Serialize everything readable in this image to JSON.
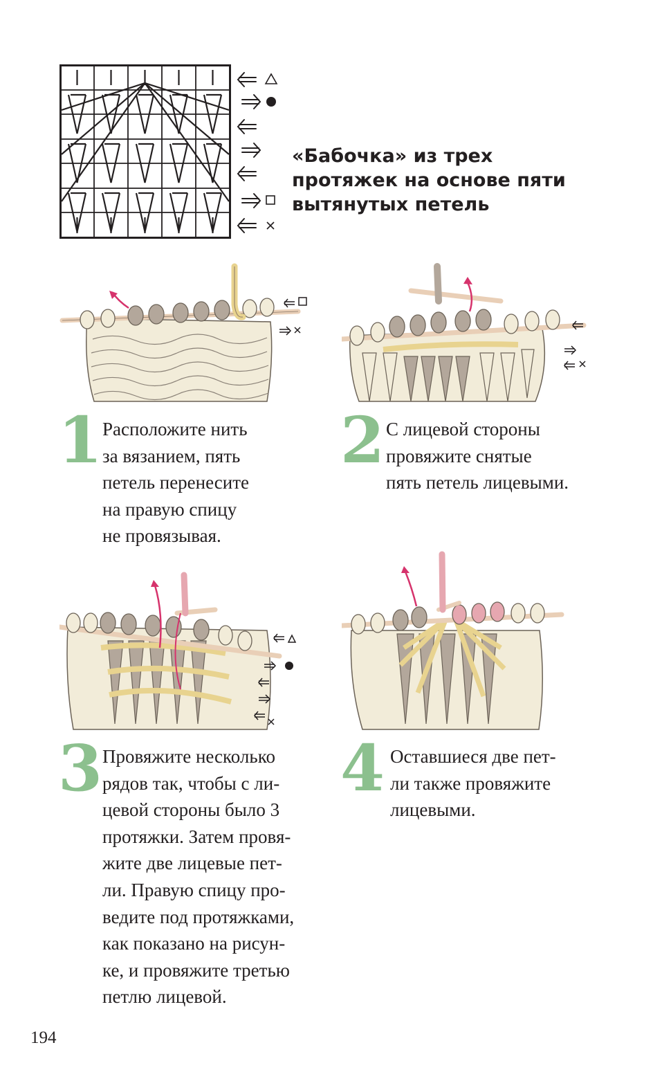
{
  "title_lines": [
    "«Бабочка» из трех",
    "протяжек на основе пяти",
    "вытянутых петель"
  ],
  "chart_legend": {
    "row1_symbol": "triangle",
    "row2_symbol": "dot",
    "row6_symbol": "square",
    "row7_symbol": "cross"
  },
  "steps": [
    {
      "number": "1",
      "lines": [
        "Расположите нить",
        "за вязанием, пять",
        "петель перенесите",
        "на правую спицу",
        "не провязывая."
      ]
    },
    {
      "number": "2",
      "lines": [
        "С лицевой стороны",
        "провяжите снятые",
        "пять петель лицевыми."
      ]
    },
    {
      "number": "3",
      "lines": [
        "Провяжите несколько",
        "рядов так, чтобы с ли-",
        "цевой стороны было 3",
        "протяжки. Затем провя-",
        "жите две лицевые пет-",
        "ли. Правую спицу про-",
        "ведите под протяжками,",
        "как показано на рисун-",
        "ке, и провяжите третью",
        "петлю лицевой."
      ]
    },
    {
      "number": "4",
      "lines": [
        "Оставшиеся две пет-",
        "ли также провяжите",
        "лицевыми."
      ]
    }
  ],
  "page_number": "194",
  "colors": {
    "step_number": "#8cc08e",
    "yarn_main": "#f2ecd9",
    "yarn_taupe": "#b3a79b",
    "yarn_strand": "#e8d38f",
    "needle": "#e9cfb7",
    "arrow": "#d6336c",
    "yarn_pink": "#e6a7b0"
  }
}
